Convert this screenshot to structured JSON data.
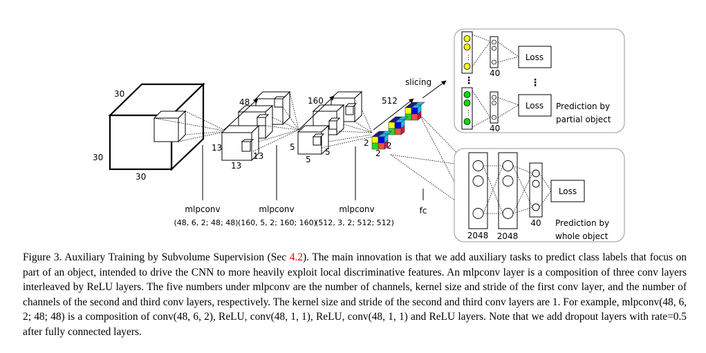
{
  "figure": {
    "input_volume": {
      "depth_label": "30",
      "height_label": "30",
      "width_label": "30"
    },
    "layer1": {
      "channels_label": "48",
      "h_label": "13",
      "w_label": "13",
      "d_label": "13",
      "ellipsis": "..."
    },
    "layer2": {
      "channels_label": "160",
      "h_label": "5",
      "w_label": "5",
      "d_label": "5",
      "ellipsis": "..."
    },
    "layer3": {
      "channels_label": "512",
      "h_label": "2",
      "w_label": "2",
      "d_label": "2"
    },
    "slicing_label": "slicing",
    "layer_captions": [
      {
        "name": "mlpconv",
        "params": "(48, 6, 2; 48; 48)"
      },
      {
        "name": "mlpconv",
        "params": "(160, 5, 2; 160; 160)"
      },
      {
        "name": "mlpconv",
        "params": "(512, 3, 2; 512; 512)"
      },
      {
        "name": "fc",
        "params": ""
      }
    ],
    "partial_panel": {
      "branches": [
        {
          "hidden_label": "40",
          "loss_label": "Loss",
          "color": "#ffff00"
        },
        {
          "hidden_label": "40",
          "loss_label": "Loss",
          "color": "#00dd00"
        }
      ],
      "vertical_ellipsis": "⋮",
      "title_line1": "Prediction by",
      "title_line2": "partial object"
    },
    "whole_panel": {
      "fc1_label": "2048",
      "fc2_label": "2048",
      "out_label": "40",
      "loss_label": "Loss",
      "title_line1": "Prediction by",
      "title_line2": "whole object"
    },
    "cube_colors": {
      "top_left": "#ffff00",
      "top_right": "#0000ee",
      "top_back": "#1a1a8c",
      "top_back_right": "#22bbee",
      "bottom_left": "#22dd22",
      "bottom_right": "#ee5533",
      "side": "#dd1155"
    }
  },
  "caption": {
    "label": "Figure 3.",
    "title_pre": "Auxiliary Training by Subvolume Supervision (Sec ",
    "ref": "4.2",
    "title_post": ").",
    "body": "The main innovation is that we add auxiliary tasks to predict class labels that focus on part of an object, intended to drive the CNN to more heavily exploit local discriminative features. An mlpconv layer is a composition of three conv layers interleaved by ReLU layers. The five numbers under mlpconv are the number of channels, kernel size and stride of the first conv layer, and the number of channels of the second and third conv layers, respectively. The kernel size and stride of the second and third conv layers are 1. For example, mlpconv(48, 6, 2; 48; 48) is a composition of conv(48, 6, 2), ReLU, conv(48, 1, 1), ReLU, conv(48, 1, 1) and ReLU layers. Note that we add dropout layers with rate=0.5 after fully connected layers."
  }
}
